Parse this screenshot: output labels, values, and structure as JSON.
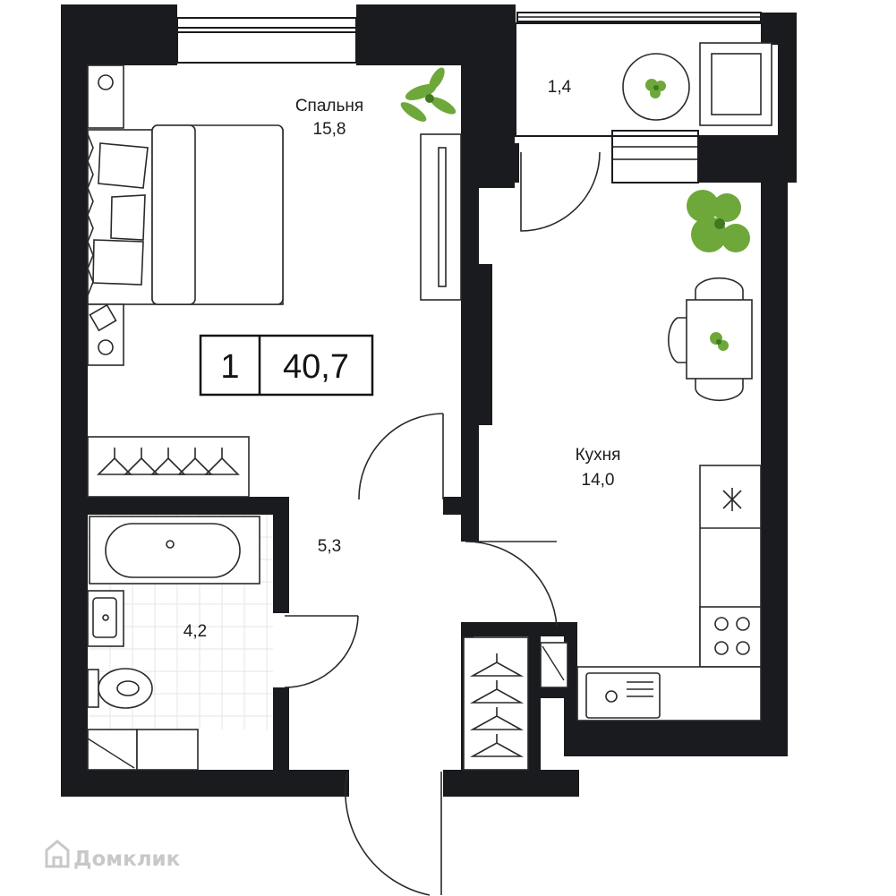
{
  "rooms": {
    "bedroom": {
      "name": "Спальня",
      "area": "15,8"
    },
    "balcony": {
      "area": "1,4"
    },
    "kitchen": {
      "name": "Кухня",
      "area": "14,0"
    },
    "hallway": {
      "area": "5,3"
    },
    "bathroom": {
      "area": "4,2"
    }
  },
  "badge": {
    "rooms": "1",
    "total_area": "40,7"
  },
  "watermark": {
    "brand": "Домклик"
  },
  "colors": {
    "wall": "#1a1b1e",
    "plant": "#6ea83a",
    "line": "#2a2a2a",
    "watermark": "#c8c8c8"
  }
}
